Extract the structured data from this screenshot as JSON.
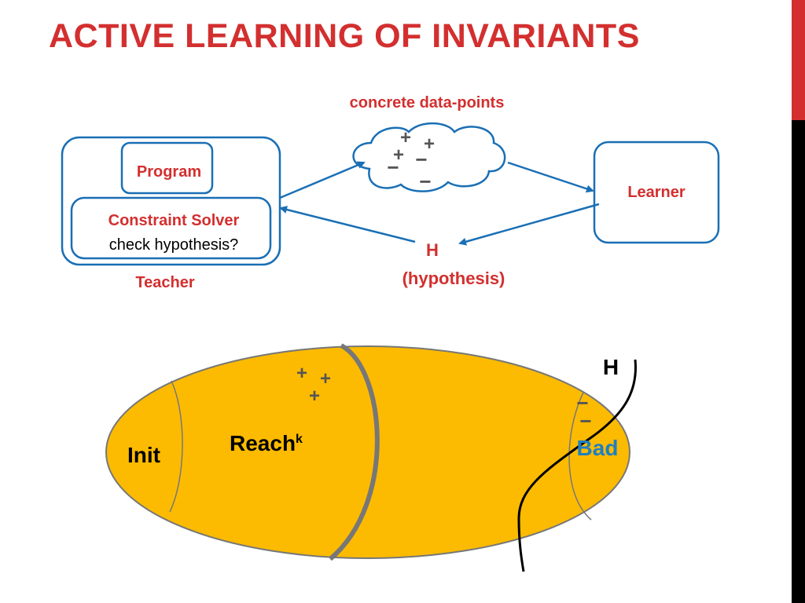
{
  "title": "ACTIVE LEARNING OF INVARIANTS",
  "colors": {
    "accent_red": "#d32f2f",
    "flow_blue": "#1a6fb5",
    "region_fill": "#fcbb00",
    "bad_blue": "#1f7fc2"
  },
  "top_diagram": {
    "cloud_label": "concrete data-points",
    "teacher_label": "Teacher",
    "program_label": "Program",
    "solver_title": "Constraint Solver",
    "solver_sub": "check hypothesis?",
    "learner_label": "Learner",
    "hypothesis_line1": "H",
    "hypothesis_line2": "(hypothesis)",
    "cloud_marks": [
      "+",
      "+",
      "+",
      "−",
      "−",
      "−"
    ]
  },
  "bottom_diagram": {
    "init_label": "Init",
    "reach_label": "Reach",
    "reach_superscript": "k",
    "bad_label": "Bad",
    "h_label": "H",
    "marks": [
      "+",
      "+",
      "+",
      "−",
      "−"
    ]
  }
}
